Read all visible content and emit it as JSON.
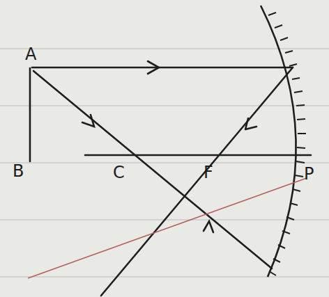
{
  "diagram": {
    "labels": [
      "A",
      "B",
      "C",
      "F",
      "P"
    ]
  }
}
